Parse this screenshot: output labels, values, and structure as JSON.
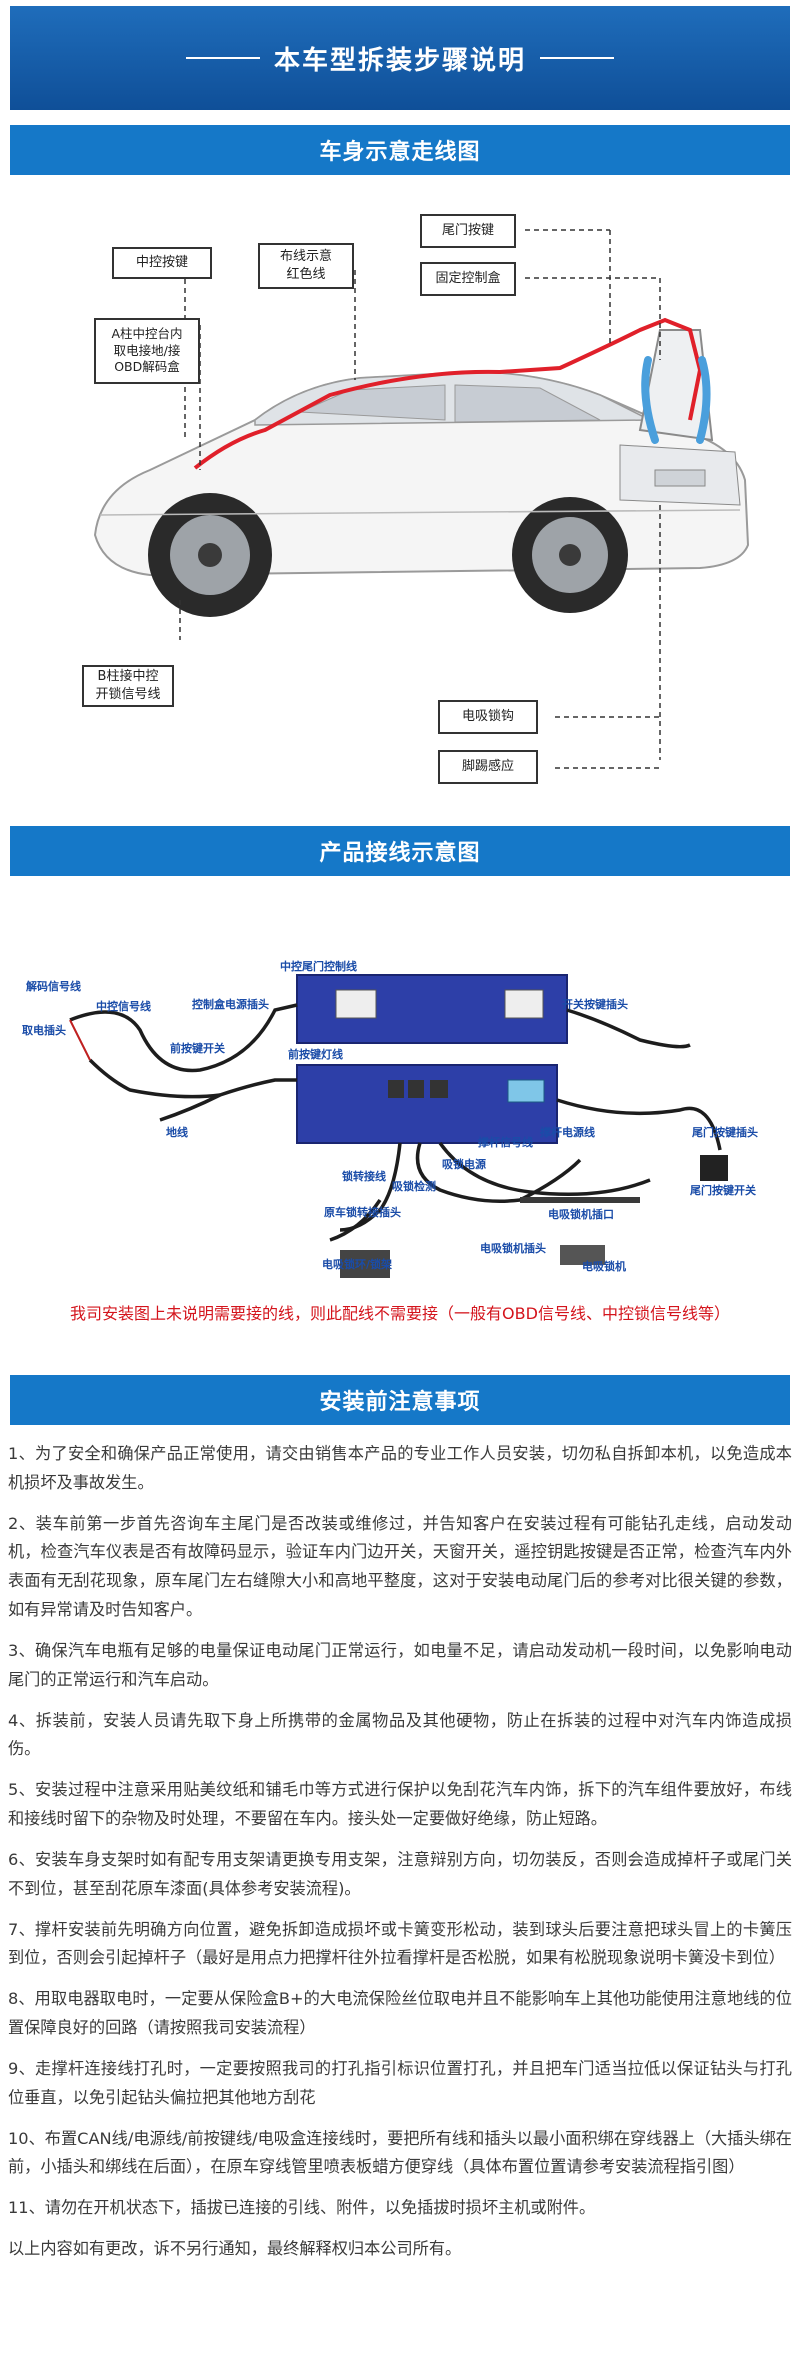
{
  "header": {
    "title": "本车型拆装步骤说明"
  },
  "section1": {
    "title": "车身示意走线图",
    "callouts": {
      "center_control_button": "中控按键",
      "wire_diagram_red": "布线示意\n红色线",
      "a_pillar": "A柱中控台内\n取电接地/接\nOBD解码盒",
      "tailgate_button": "尾门按键",
      "fixed_control_box": "固定控制盒",
      "b_pillar": "B柱接中控\n开锁信号线",
      "electric_suction_lock": "电吸锁钩",
      "foot_kick_sensor": "脚踢感应"
    }
  },
  "section2": {
    "title": "产品接线示意图",
    "labels": {
      "decode_signal": "解码信号线",
      "center_signal": "中控信号线",
      "power_plug": "取电插头",
      "control_box_power": "控制盒电源插头",
      "center_tail_control": "中控尾门控制线",
      "switch_button_plug": "开关按键插头",
      "front_button_switch": "前按键开关",
      "front_button_light": "前按键灯线",
      "ground": "地线",
      "lock_tongue": "锁转接线",
      "strut_signal": "撑杆信号线",
      "strut_power": "撑杆电源线",
      "suction_power": "吸锁电源",
      "suction_detect": "吸锁检测",
      "tail_button_plug": "尾门按键插头",
      "original_lock": "原车锁转接插头",
      "suction_motor_port": "电吸锁机插口",
      "suction_motor_plug": "电吸锁机插头",
      "tail_button_switch": "尾门按键开关",
      "suction_ring": "电吸锁环/锁架",
      "suction_motor": "电吸锁机"
    },
    "warning": "我司安装图上未说明需要接的线，则此配线不需要接（一般有OBD信号线、中控锁信号线等）"
  },
  "section3": {
    "title": "安装前注意事项",
    "notes": [
      "1、为了安全和确保产品正常使用，请交由销售本产品的专业工作人员安装，切勿私自拆卸本机，以免造成本机损坏及事故发生。",
      "2、装车前第一步首先咨询车主尾门是否改装或维修过，并告知客户在安装过程有可能钻孔走线，启动发动机，检查汽车仪表是否有故障码显示，验证车内门边开关，天窗开关，遥控钥匙按键是否正常，检查汽车内外表面有无刮花现象，原车尾门左右缝隙大小和高地平整度，这对于安装电动尾门后的参考对比很关键的参数，如有异常请及时告知客户。",
      "3、确保汽车电瓶有足够的电量保证电动尾门正常运行，如电量不足，请启动发动机一段时间，以免影响电动尾门的正常运行和汽车启动。",
      "4、拆装前，安装人员请先取下身上所携带的金属物品及其他硬物，防止在拆装的过程中对汽车内饰造成损伤。",
      "5、安装过程中注意采用贴美纹纸和铺毛巾等方式进行保护以免刮花汽车内饰，拆下的汽车组件要放好，布线和接线时留下的杂物及时处理，不要留在车内。接头处一定要做好绝缘，防止短路。",
      "6、安装车身支架时如有配专用支架请更换专用支架，注意辩别方向，切勿装反，否则会造成掉杆子或尾门关不到位，甚至刮花原车漆面(具体参考安装流程)。",
      "7、撑杆安装前先明确方向位置，避免拆卸造成损坏或卡簧变形松动，装到球头后要注意把球头冒上的卡簧压到位，否则会引起掉杆子（最好是用点力把撑杆往外拉看撑杆是否松脱，如果有松脱现象说明卡簧没卡到位）",
      "8、用取电器取电时，一定要从保险盒B+的大电流保险丝位取电并且不能影响车上其他功能使用注意地线的位置保障良好的回路（请按照我司安装流程）",
      "9、走撑杆连接线打孔时，一定要按照我司的打孔指引标识位置打孔，并且把车门适当拉低以保证钻头与打孔位垂直，以免引起钻头偏拉把其他地方刮花",
      "10、布置CAN线/电源线/前按键线/电吸盒连接线时，要把所有线和插头以最小面积绑在穿线器上（大插头绑在前，小插头和绑线在后面），在原车穿线管里喷表板蜡方便穿线（具体布置位置请参考安装流程指引图）",
      "11、请勿在开机状态下，插拔已连接的引线、附件，以免插拔时损坏主机或附件。",
      "以上内容如有更改，诉不另行通知，最终解释权归本公司所有。"
    ]
  },
  "colors": {
    "banner": "#1663b0",
    "section": "#1578c8",
    "warning": "#d4141c",
    "wire": "#e0202a",
    "strut": "#4a9fdc"
  }
}
